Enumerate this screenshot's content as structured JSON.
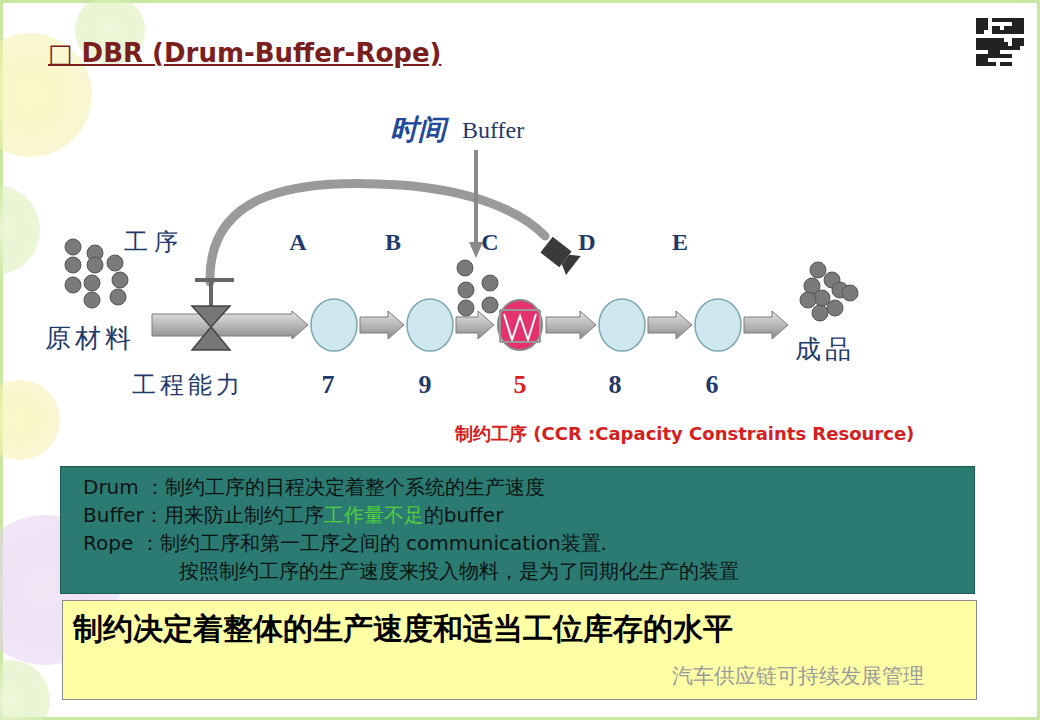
{
  "diagram": {
    "title": "□ DBR (Drum-Buffer-Rope)",
    "nodes": [
      {
        "text": [
          "原材料"
        ]
      },
      {
        "text": [
          "A",
          "7"
        ]
      },
      {
        "text": [
          "B",
          "9"
        ]
      },
      {
        "text": [
          "C",
          "5"
        ]
      },
      {
        "text": [
          "D",
          "8"
        ]
      },
      {
        "text": [
          "E",
          "6"
        ]
      },
      {
        "text": [
          "成品"
        ]
      },
      {
        "text": [
          "Drum ：制约工序的日程决定着整个系统的生产速度",
          "Buffer：用来防止制约工序",
          "工作量不足",
          "的buffer",
          "Rope ：制约工序和第一工序之间的 communication装置.",
          "按照制约工序的生产速度来投入物料，是为了同期化生产的装置"
        ]
      },
      {
        "text": [
          "制约决定着整体的生产速度和适当工位库存的水平"
        ]
      }
    ],
    "edges": [
      {
        "from": 0,
        "to": 1,
        "arrow": "to"
      },
      {
        "from": 1,
        "to": 2,
        "arrow": "to"
      },
      {
        "from": 2,
        "to": 3,
        "arrow": "to"
      },
      {
        "from": 3,
        "to": 4,
        "arrow": "to"
      },
      {
        "from": 4,
        "to": 5,
        "arrow": "to"
      },
      {
        "from": 5,
        "to": 6,
        "arrow": "to"
      }
    ],
    "labels": [
      "时间",
      "Buffer",
      "工序",
      "工程能力",
      "制约工序 (CCR :Capacity Constraints Resource)",
      "汽车供应链可持续发展管理"
    ]
  }
}
